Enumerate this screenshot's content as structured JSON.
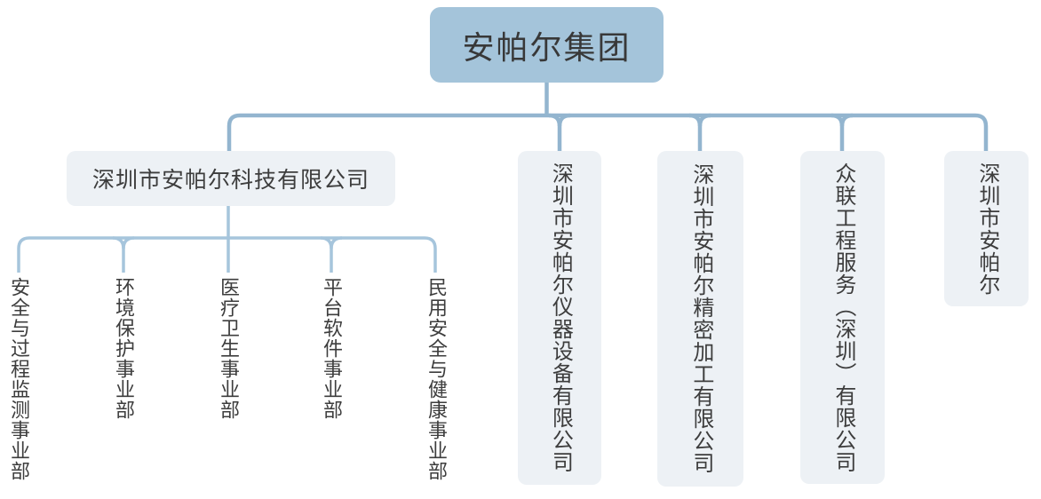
{
  "root": {
    "label": "安帕尔集团"
  },
  "companies": [
    {
      "label": "深圳市安帕尔科技有限公司"
    },
    {
      "label": "深圳市安帕尔仪器设备有限公司"
    },
    {
      "label": "深圳市安帕尔精密加工有限公司"
    },
    {
      "label": "众联工程服务（深圳）有限公司"
    },
    {
      "label": "深圳市安帕尔"
    }
  ],
  "departments": [
    {
      "label": "安全与过程监测事业部"
    },
    {
      "label": "环境保护事业部"
    },
    {
      "label": "医疗卫生事业部"
    },
    {
      "label": "平台软件事业部"
    },
    {
      "label": "民用安全与健康事业部"
    }
  ],
  "colors": {
    "root_fill": "#a4c4da",
    "company_fill": "#edf1f5",
    "line_main": "#93b5cf",
    "line_sub": "#a6c5dc",
    "text": "#3b3b3b"
  }
}
